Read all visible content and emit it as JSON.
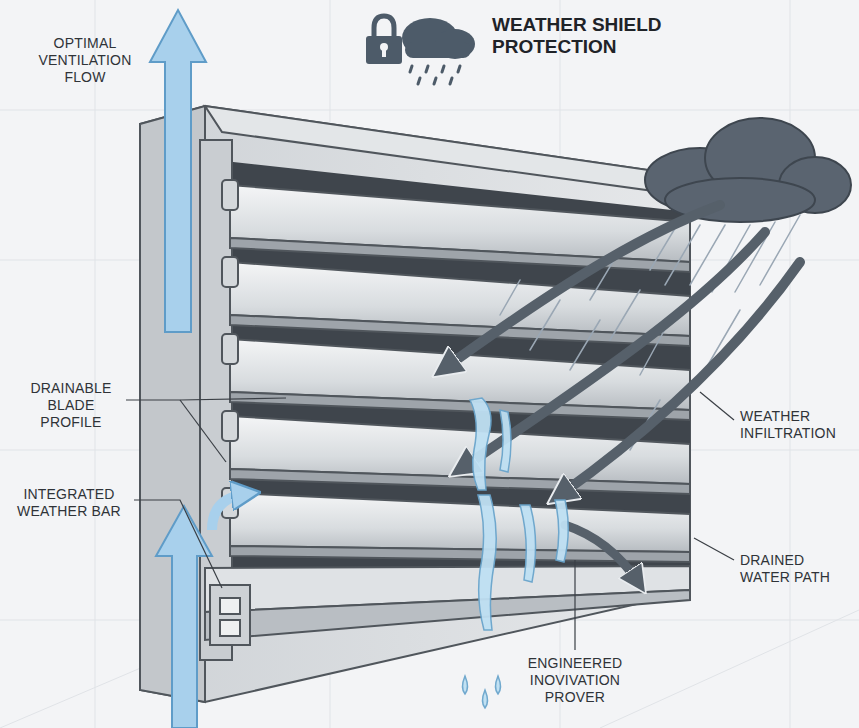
{
  "diagram": {
    "title": "WEATHER SHIELD PROTECTION",
    "labels": [
      "OPTIMAL VENTILATION FLOW",
      "DRAINABLE BLADE PROFILE",
      "INTEGRATED WEATHER BAR",
      "WEATHER INFILTRATION",
      "DRAINED WATER PATH",
      "ENGINEERED INOVIVATION PROVER"
    ]
  }
}
